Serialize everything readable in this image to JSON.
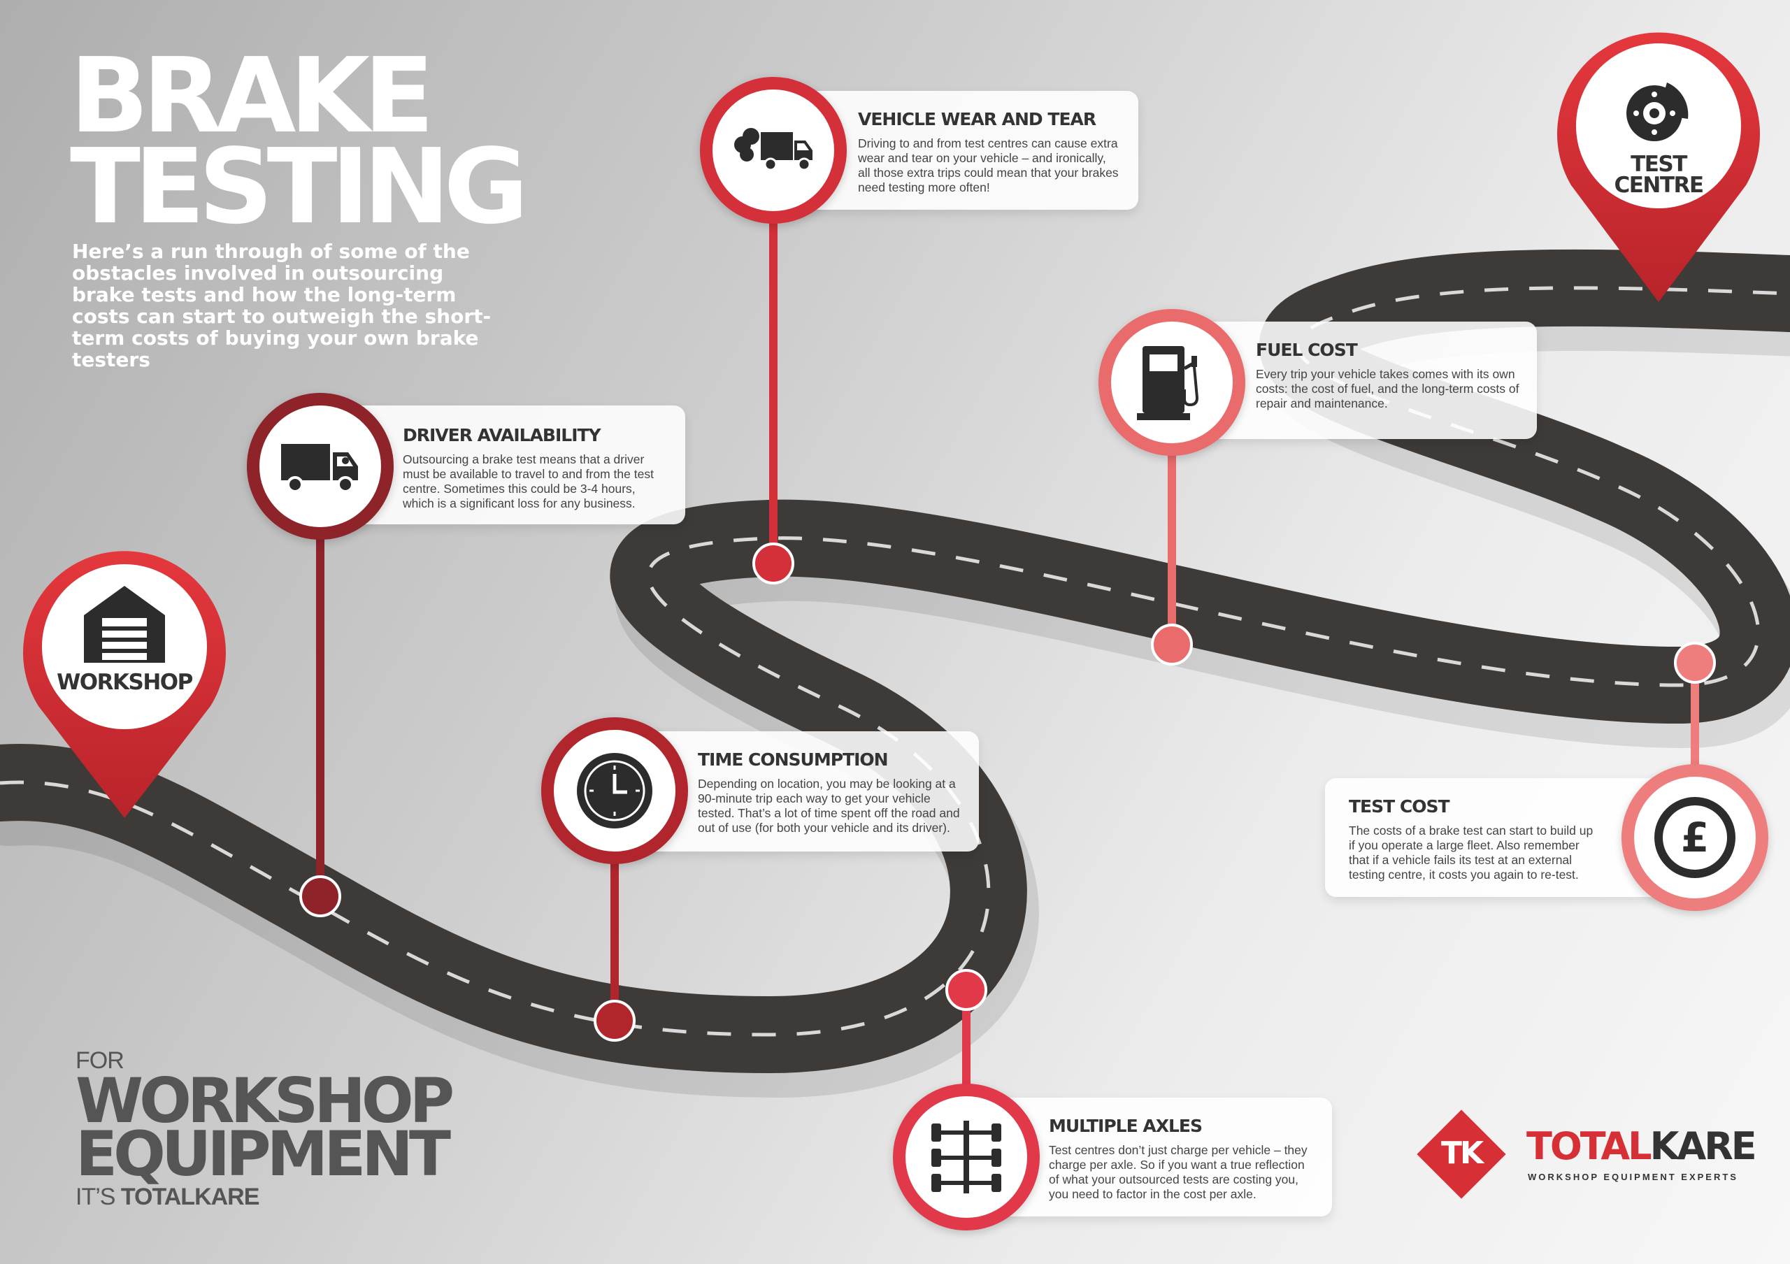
{
  "header": {
    "title_line1": "BRAKE",
    "title_line2": "TESTING",
    "intro": "Here’s a run through of some of the obstacles involved in outsourcing brake tests and how the long-term costs can start to outweigh the short-term costs of buying your own brake testers"
  },
  "pins": {
    "start_label": "WORKSHOP",
    "end_label_line1": "TEST",
    "end_label_line2": "CENTRE"
  },
  "steps": [
    {
      "title": "DRIVER AVAILABILITY",
      "text": "Outsourcing a brake test means that a driver must be available to travel to and from the test centre. Sometimes this could be 3-4 hours, which is a significant loss for any business.",
      "icon": "delivery-truck-icon",
      "color": "#8e2329"
    },
    {
      "title": "TIME CONSUMPTION",
      "text": "Depending on location, you may be looking at a 90-minute trip each way to get your vehicle tested. That’s a lot of time spent off the road and out of use (for both your vehicle and its driver).",
      "icon": "clock-icon",
      "color": "#b1262c"
    },
    {
      "title": "VEHICLE WEAR AND TEAR",
      "text": "Driving to and from test centres can cause extra wear and tear on your vehicle – and ironically, all those extra trips could mean that your brakes need testing more often!",
      "icon": "truck-exhaust-icon",
      "color": "#d4303a"
    },
    {
      "title": "MULTIPLE AXLES",
      "text": "Test centres don’t just charge per vehicle – they charge per axle. So if you want a true reflection of what your outsourced tests are costing you, you need to factor in the cost per axle.",
      "icon": "axle-chassis-icon",
      "color": "#e2394a"
    },
    {
      "title": "FUEL COST",
      "text": "Every trip your vehicle takes comes with its own costs: the cost of fuel, and the long-term costs of repair and maintenance.",
      "icon": "fuel-pump-icon",
      "color": "#ea6b6b"
    },
    {
      "title": "TEST COST",
      "text": "The costs of a brake test can start to build up if you operate a large fleet. Also remember that if a vehicle fails its test at an external testing centre, it costs you again to re-test.",
      "icon": "pound-coin-icon",
      "color": "#ee7d7d"
    }
  ],
  "footer": {
    "line1": "FOR",
    "line2": "WORKSHOP",
    "line3": "EQUIPMENT",
    "line4_prefix": "IT’S ",
    "line4_brand": "TOTALKARE"
  },
  "brand": {
    "mark": "TK",
    "name_part1": "TOTAL",
    "name_part2": "KARE",
    "tagline": "WORKSHOP EQUIPMENT EXPERTS",
    "red": "#d62f35",
    "dark": "#333333"
  }
}
